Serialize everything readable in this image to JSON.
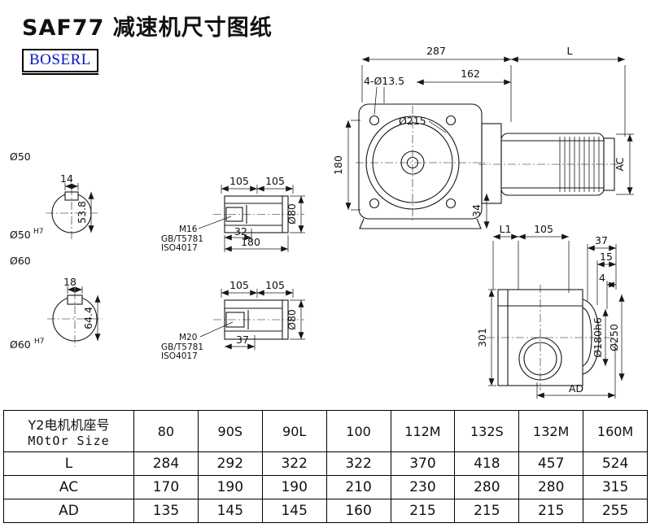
{
  "title": "SAF77 减速机尺寸图纸",
  "brand": "BOSERL",
  "front_view": {
    "dim_287": "287",
    "dim_L": "L",
    "dim_holes": "4-Ø13.5",
    "dim_162": "162",
    "dim_d215": "Ø215",
    "dim_180": "180",
    "dim_34": "34",
    "dim_AC": "AC"
  },
  "bore50": {
    "label": "Ø50",
    "key_width": "14",
    "key_depth": "53.8",
    "bore": "Ø50",
    "tolerance": "H7"
  },
  "bore60": {
    "label": "Ø60",
    "key_width": "18",
    "key_depth": "64.4",
    "bore": "Ø60",
    "tolerance": "H7"
  },
  "detail_m16": {
    "dim_105a": "105",
    "dim_105b": "105",
    "thread": "M16",
    "std1": "GB/T5781",
    "std2": "ISO4017",
    "dim_32": "32",
    "dim_180": "180",
    "dim_d80": "Ø80"
  },
  "detail_m20": {
    "dim_105a": "105",
    "dim_105b": "105",
    "thread": "M20",
    "std1": "GB/T5781",
    "std2": "ISO4017",
    "dim_37": "37",
    "dim_d80": "Ø80"
  },
  "side_view": {
    "dim_L1": "L1",
    "dim_105": "105",
    "dim_37": "37",
    "dim_15": "15",
    "dim_4": "4",
    "dim_301": "301",
    "dim_d180": "Ø180h6",
    "dim_d250": "Ø250",
    "dim_AD": "AD"
  },
  "table": {
    "header_line1": "Y2电机机座号",
    "header_line2": "MOtOr Size",
    "sizes": [
      "80",
      "90S",
      "90L",
      "100",
      "112M",
      "132S",
      "132M",
      "160M"
    ],
    "rows": [
      {
        "label": "L",
        "values": [
          "284",
          "292",
          "322",
          "322",
          "370",
          "418",
          "457",
          "524"
        ]
      },
      {
        "label": "AC",
        "values": [
          "170",
          "190",
          "190",
          "210",
          "230",
          "280",
          "280",
          "315"
        ]
      },
      {
        "label": "AD",
        "values": [
          "135",
          "145",
          "145",
          "160",
          "215",
          "215",
          "215",
          "255"
        ]
      }
    ]
  }
}
